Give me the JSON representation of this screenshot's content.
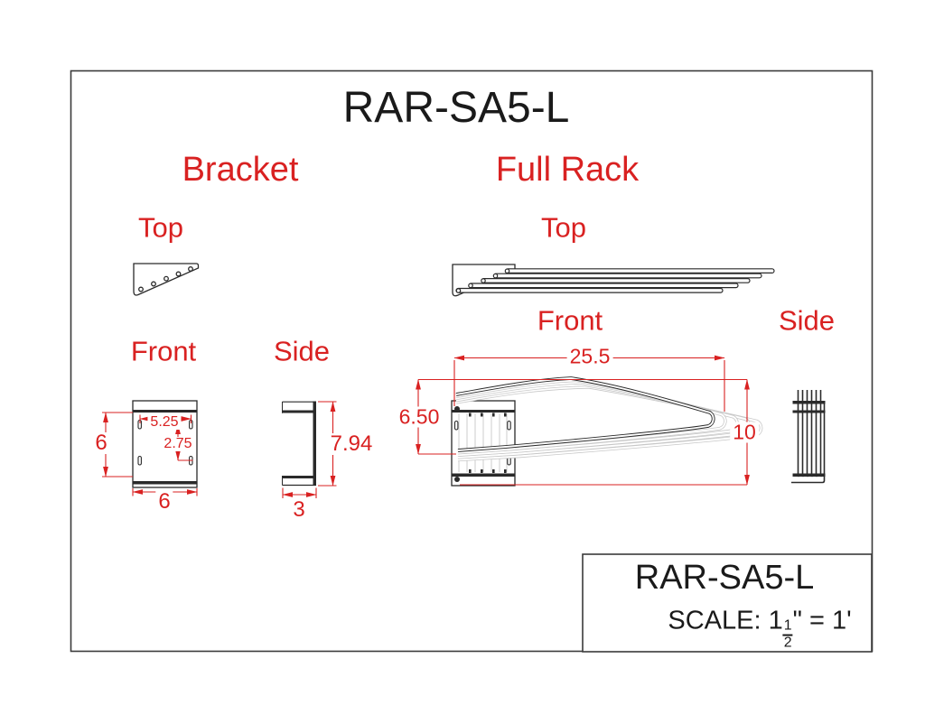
{
  "title": "RAR-SA5-L",
  "bracket": {
    "label": "Bracket",
    "top_label": "Top",
    "front_label": "Front",
    "side_label": "Side",
    "dims": {
      "front_height": "6",
      "front_width": "6",
      "slot_spacing_horizontal": "5.25",
      "slot_spacing_vertical": "2.75",
      "side_height": "7.94",
      "side_depth": "3"
    }
  },
  "full_rack": {
    "label": "Full Rack",
    "top_label": "Top",
    "front_label": "Front",
    "side_label": "Side",
    "dims": {
      "length": "25.5",
      "mount_height": "6.50",
      "tip_height": "10"
    }
  },
  "title_block": {
    "part_number": "RAR-SA5-L",
    "scale_prefix": "SCALE: 1",
    "scale_fraction_numerator": "1",
    "scale_fraction_denominator": "2",
    "scale_suffix": "\" = 1'"
  },
  "colors": {
    "dimension_red": "#d92121",
    "line_black": "#2a2a2a",
    "ghost_gray": "#c8c8c8"
  }
}
